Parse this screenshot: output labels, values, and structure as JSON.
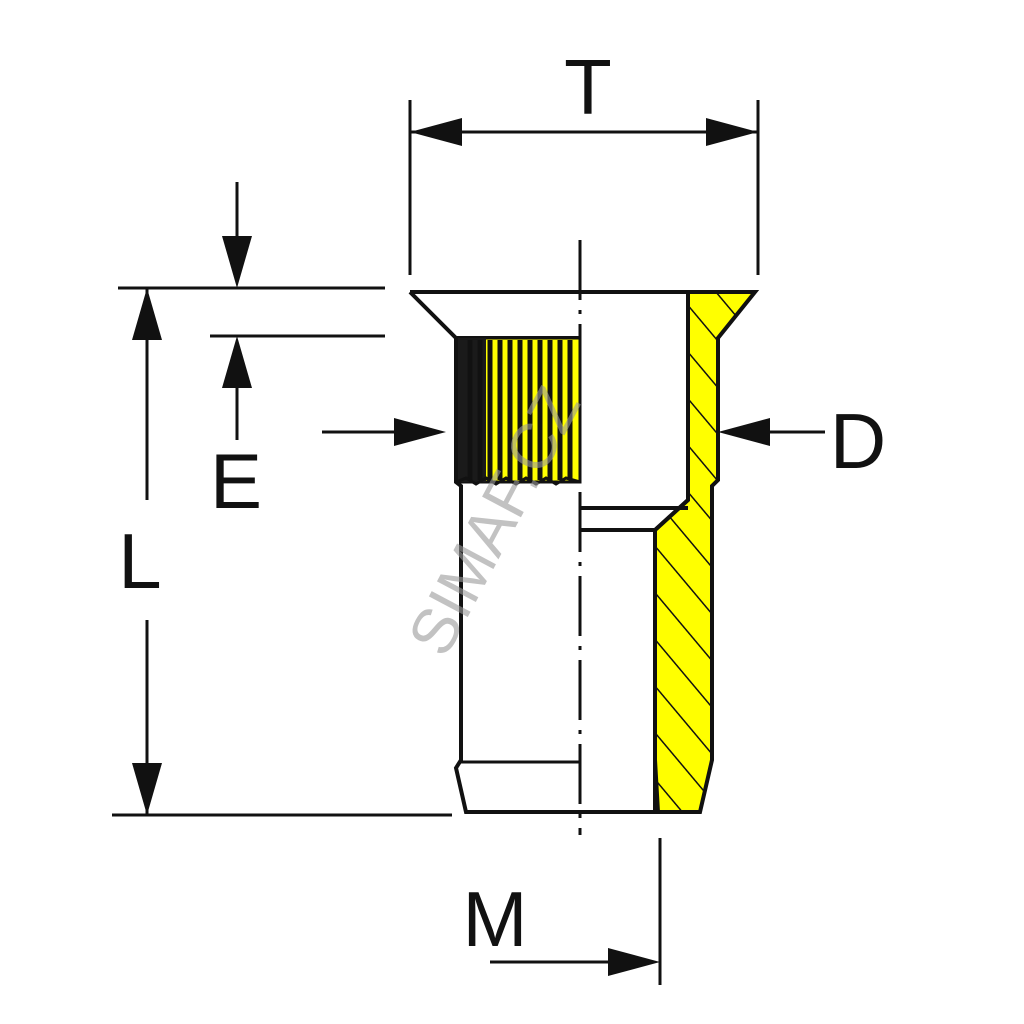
{
  "labels": {
    "T": "T",
    "D": "D",
    "E": "E",
    "L": "L",
    "M": "M"
  },
  "watermark": "SIMAF.CZ",
  "colors": {
    "yellow": "#ffff00",
    "line": "#111111",
    "knurl_dark": "#1a1a1a",
    "watermark": "#9a9a9a"
  }
}
